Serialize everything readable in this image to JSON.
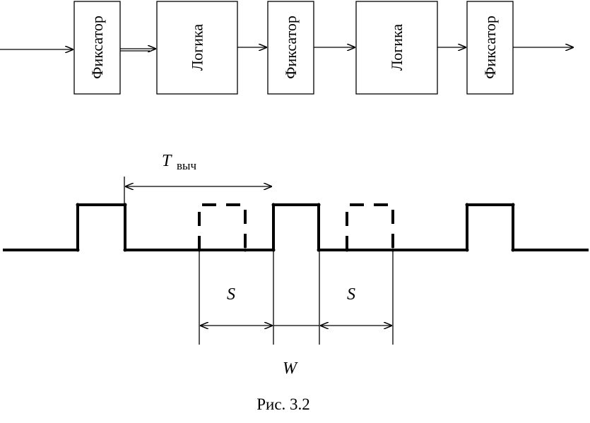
{
  "blocks": [
    {
      "label": "Фиксатор"
    },
    {
      "label": "Логика"
    },
    {
      "label": "Фиксатор"
    },
    {
      "label": "Логика"
    },
    {
      "label": "Фиксатор"
    }
  ],
  "timing": {
    "t_label": "T",
    "t_subscript": "выч",
    "s_label_1": "S",
    "s_label_2": "S",
    "w_label": "W"
  },
  "caption": "Рис. 3.2"
}
